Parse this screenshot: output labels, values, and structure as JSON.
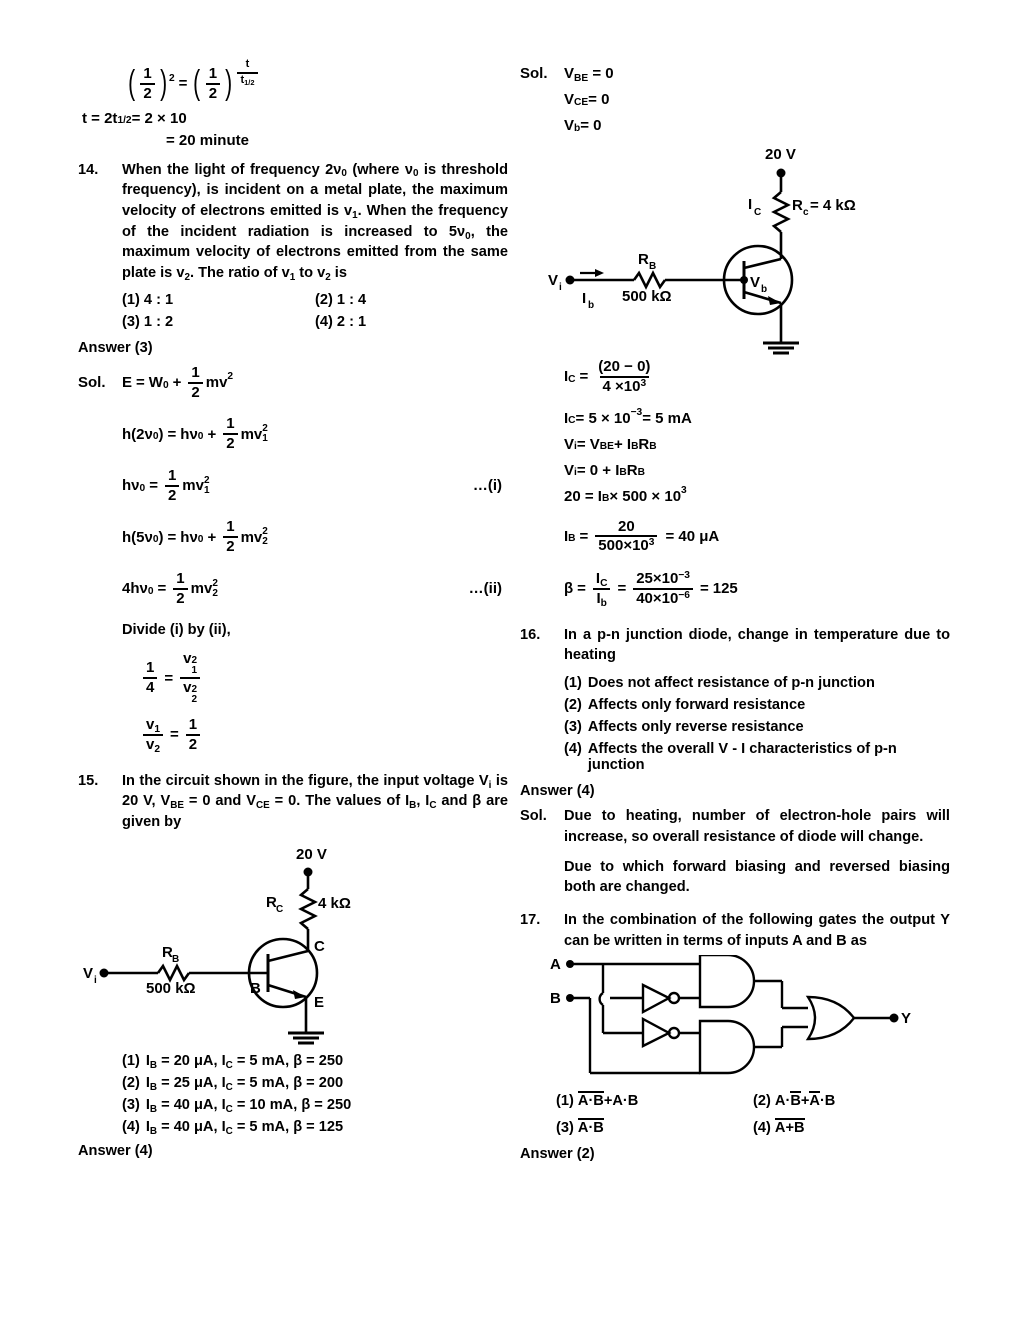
{
  "document": {
    "type": "physics-solution-sheet"
  },
  "left_column": {
    "half_life_math": {
      "line1": {
        "lhs_base": "1",
        "lhs_den": "2",
        "lhs_exp": "2",
        "rhs_base": "1",
        "rhs_den": "2",
        "rhs_exp_num": "t",
        "rhs_exp_den": "t",
        "rhs_exp_den_sub": "1/2"
      },
      "line2": "t = 2t",
      "line2_sub": "1/2",
      "line2_rest": " = 2 × 10",
      "line3": "= 20 minute"
    },
    "q14": {
      "number": "14.",
      "text_part1": "When the light of frequency 2",
      "nu1": "ν",
      "nu1_sub": "0",
      "text_part2": " (where ",
      "nu2": "ν",
      "nu2_sub": "0",
      "text_part3": " is threshold frequency), is incident on a metal plate, the maximum velocity of electrons emitted is v",
      "v1_sub": "1",
      "text_part4": ". When the frequency of the incident radiation is increased to 5",
      "nu3": "ν",
      "nu3_sub": "0",
      "text_part5": ", the maximum velocity of electrons emitted from the same plate is v",
      "v2_sub": "2",
      "text_part6": ". The ratio of v",
      "v3_sub": "1",
      "text_part7": " to v",
      "v4_sub": "2",
      "text_part8": " is",
      "options": [
        {
          "mark": "(1)",
          "text": "4 : 1"
        },
        {
          "mark": "(2)",
          "text": "1 : 4"
        },
        {
          "mark": "(3)",
          "text": "1 : 2"
        },
        {
          "mark": "(4)",
          "text": "2 : 1"
        }
      ],
      "answer": "Answer (3)",
      "sol_label": "Sol.",
      "eq1": {
        "lhs": "E",
        "eq": "=",
        "w": "W",
        "w_sub": "0",
        "plus": "+",
        "num": "1",
        "den": "2",
        "tail": "mv",
        "tail_sup": "2"
      },
      "eq2": {
        "lhs": "h(2ν",
        "lhs_sub": "0",
        "lhs_close": ")",
        "eq": "=",
        "h": "hν",
        "h_sub": "0",
        "plus": "+",
        "num": "1",
        "den": "2",
        "tail": "mv",
        "tail_sub": "1",
        "tail_sup": "2"
      },
      "eq3": {
        "lhs": "hν",
        "lhs_sub": "0",
        "eq": "=",
        "num": "1",
        "den": "2",
        "tail": "mv",
        "tail_sub": "1",
        "tail_sup": "2",
        "tag": "…(i)"
      },
      "eq4": {
        "lhs": "h(5ν",
        "lhs_sub": "0",
        "lhs_close": ")",
        "eq": "=",
        "h": "hν",
        "h_sub": "0",
        "plus": "+",
        "num": "1",
        "den": "2",
        "tail": "mv",
        "tail_sub": "2",
        "tail_sup": "2"
      },
      "eq5": {
        "lhs": "4hν",
        "lhs_sub": "0",
        "eq": "=",
        "num": "1",
        "den": "2",
        "tail": "mv",
        "tail_sub": "2",
        "tail_sup": "2",
        "tag": "…(ii)"
      },
      "divide_text": "Divide (i) by (ii),",
      "eq6": {
        "num1": "1",
        "den1": "4",
        "eq": "=",
        "num2": "v",
        "num2_sub": "1",
        "num2_sup": "2",
        "den2": "v",
        "den2_sub": "2",
        "den2_sup": "2"
      },
      "eq7": {
        "num1": "v",
        "num1_sub": "1",
        "den1": "v",
        "den1_sub": "2",
        "eq": "=",
        "num2": "1",
        "den2": "2"
      }
    },
    "q15": {
      "number": "15.",
      "text_part1": "In the circuit shown in the figure, the input voltage V",
      "vi_sub": "i",
      "text_part2": " is 20 V, V",
      "vbe_sub": "BE",
      "text_part3": " = 0 and V",
      "vce_sub": "CE",
      "text_part4": " = 0. The values of I",
      "ib_sub": "B",
      "text_part5": ", I",
      "ic_sub": "C",
      "text_part6": " and β are given by",
      "circuit": {
        "supply": "20 V",
        "rc_label": "R",
        "rc_sub": "C",
        "rc_value": "4 kΩ",
        "rb_label": "R",
        "rb_sub": "B",
        "rb_value": "500 kΩ",
        "vi_label": "V",
        "vi_sub": "i",
        "node_c": "C",
        "node_b": "B",
        "node_e": "E"
      },
      "options": [
        {
          "mark": "(1)",
          "ib": "I",
          "ib_sub": "B",
          "ib_val": " = 20 μA, ",
          "ic": "I",
          "ic_sub": "C",
          "ic_val": " = 5 mA, β = 250"
        },
        {
          "mark": "(2)",
          "ib": "I",
          "ib_sub": "B",
          "ib_val": " = 25 μA, ",
          "ic": "I",
          "ic_sub": "C",
          "ic_val": " = 5 mA, β = 200"
        },
        {
          "mark": "(3)",
          "ib": "I",
          "ib_sub": "B",
          "ib_val": " = 40 μA, ",
          "ic": "I",
          "ic_sub": "C",
          "ic_val": " = 10 mA, β = 250"
        },
        {
          "mark": "(4)",
          "ib": "I",
          "ib_sub": "B",
          "ib_val": " = 40 μA, ",
          "ic": "I",
          "ic_sub": "C",
          "ic_val": " = 5 mA, β = 125"
        }
      ],
      "answer": "Answer (4)"
    }
  },
  "right_column": {
    "q15_sol": {
      "sol_label": "Sol.",
      "line1": "V",
      "line1_sub": "BE",
      "line1_rest": " = 0",
      "line2": "V",
      "line2_sub": "CE",
      "line2_rest": " = 0",
      "line3": "V",
      "line3_sub": "b",
      "line3_rest": " = 0",
      "circuit": {
        "supply": "20 V",
        "ic_label": "I",
        "ic_sub": "C",
        "rc_label": "R",
        "rc_sub": "c",
        "rc_value": " = 4 kΩ",
        "rb_label": "R",
        "rb_sub": "B",
        "rb_value": "500 kΩ",
        "vi_label": "V",
        "vi_sub": "i",
        "ib_label": "I",
        "ib_sub": "b",
        "vb_label": "V",
        "vb_sub": "b"
      },
      "eq_ic_frac": {
        "lhs": "I",
        "lhs_sub": "C",
        "eq": "=",
        "num": "(20 − 0)",
        "den": "4 ×10",
        "den_sup": "3"
      },
      "eq_ic": {
        "text": "I",
        "sub": "C",
        "rest1": " = 5 × 10",
        "sup": "−3",
        "rest2": " = 5 mA"
      },
      "eq_vi1": {
        "a": "V",
        "a_sub": "i",
        "b": " = V",
        "b_sub": "BE",
        "c": " + I",
        "c_sub": "B",
        "d": "R",
        "d_sub": "B"
      },
      "eq_vi2": {
        "a": "V",
        "a_sub": "i",
        "b": " = 0 + I",
        "b_sub": "B",
        "c": "R",
        "c_sub": "B"
      },
      "eq_20": {
        "a": "20 = I",
        "a_sub": "B",
        "b": " × 500 × 10",
        "b_sup": "3"
      },
      "eq_ib_frac": {
        "lhs": "I",
        "lhs_sub": "B",
        "eq": "=",
        "num": "20",
        "den": "500×10",
        "den_sup": "3",
        "result": "= 40 μA"
      },
      "eq_beta": {
        "beta": "β",
        "eq1": "=",
        "f1num": "I",
        "f1num_sub": "C",
        "f1den": "I",
        "f1den_sub": "b",
        "eq2": "=",
        "f2num": "25×10",
        "f2num_sup": "−3",
        "f2den": "40×10",
        "f2den_sup": "−6",
        "eq3": "=",
        "result": "125"
      }
    },
    "q16": {
      "number": "16.",
      "text": "In a p-n junction diode, change in temperature due to heating",
      "options": [
        {
          "mark": "(1)",
          "text": "Does not affect resistance of p-n junction"
        },
        {
          "mark": "(2)",
          "text": "Affects only forward resistance"
        },
        {
          "mark": "(3)",
          "text": "Affects only reverse resistance"
        },
        {
          "mark": "(4)",
          "text": "Affects the overall V - I characteristics of p-n junction"
        }
      ],
      "answer": "Answer (4)",
      "sol_label": "Sol.",
      "sol_text1": "Due to heating, number of electron-hole pairs will increase, so overall resistance of diode will change.",
      "sol_text2": "Due to which forward biasing and reversed biasing both are changed."
    },
    "q17": {
      "number": "17.",
      "text": "In the combination of the following gates the output Y can be written in terms of inputs A and B as",
      "diagram": {
        "input_a": "A",
        "input_b": "B",
        "output_y": "Y"
      },
      "options": [
        {
          "mark": "(1)",
          "bar1": "A·B",
          "plus": "+",
          "rest": "A·B"
        },
        {
          "mark": "(2)",
          "pre": "A·",
          "bar_b": "B",
          "plus": "+",
          "bar_a": "A",
          "post": "·B"
        },
        {
          "mark": "(3)",
          "bar1": "A·B"
        },
        {
          "mark": "(4)",
          "bar1": "A+B"
        }
      ],
      "answer": "Answer (2)"
    }
  }
}
